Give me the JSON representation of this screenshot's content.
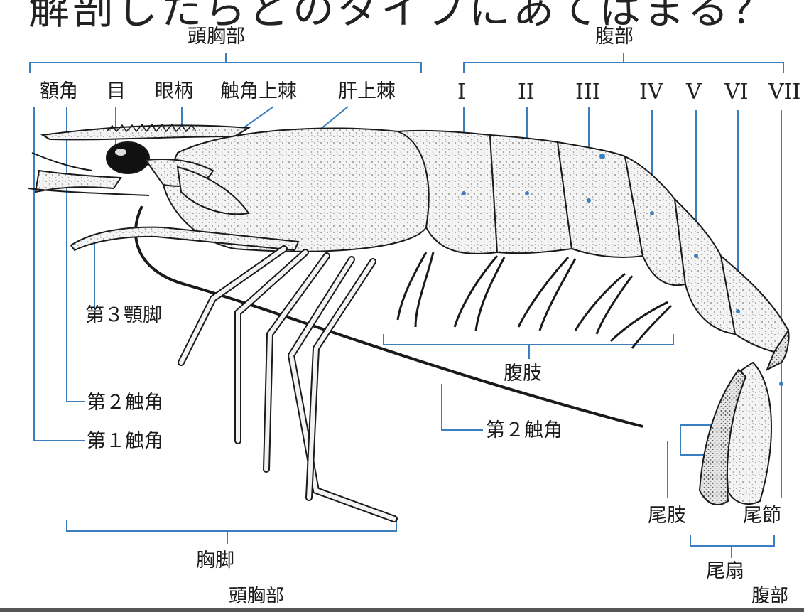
{
  "banner_text": "解剖したらどのタイプにあてはまる？",
  "labels": {
    "cephalothorax": "頭胸部",
    "abdomen": "腹部",
    "rostrum": "額角",
    "eye": "目",
    "eyestalk": "眼柄",
    "antennal_spine": "触角上棘",
    "hepatic_spine": "肝上棘",
    "third_maxilliped": "第３顎脚",
    "second_antenna_left": "第２触角",
    "first_antenna": "第１触角",
    "pleopods": "腹肢",
    "second_antenna_right": "第２触角",
    "uropod": "尾肢",
    "telson": "尾節",
    "tail_fan": "尾扇",
    "pereiopods": "胸脚",
    "bottom_left": "頭胸部",
    "bottom_right": "腹部"
  },
  "segments": [
    "I",
    "II",
    "III",
    "IV",
    "V",
    "VI",
    "VII"
  ],
  "colors": {
    "leader_line": "#3a7fc0",
    "ink": "#1a1a1a",
    "shell": "#f2f2f2"
  }
}
